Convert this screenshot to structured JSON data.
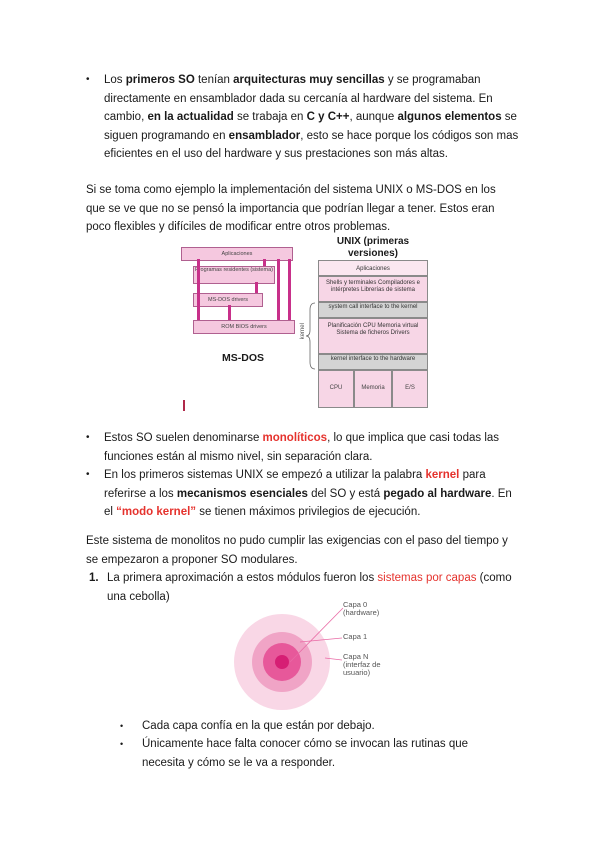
{
  "bullet_top": {
    "b1": {
      "t1": "Los ",
      "t2": "primeros SO",
      "t3": " tenían ",
      "t4": "arquitecturas muy sencillas",
      "t5": " y se programaban directamente en ensamblador dada su cercanía al hardware del sistema. En cambio, ",
      "t6": "en la actualidad",
      "t7": " se trabaja en ",
      "t8": "C y C++",
      "t9": ", aunque ",
      "t10": "algunos elementos",
      "t11": " se siguen programando en ",
      "t12": "ensamblador",
      "t13": ", esto se hace porque los códigos son mas eficientes en el uso del hardware y sus prestaciones son más altas."
    }
  },
  "para1": "Si se toma como ejemplo la implementación del sistema UNIX o MS-DOS en los que se ve que no se pensó la importancia que podrían llegar a tener. Estos eran poco flexibles y difíciles de modificar entre otros problemas.",
  "msdos": {
    "title": "MS-DOS",
    "boxes": [
      "Aplicaciones",
      "Programas residentes (sistema)",
      "MS-DOS drivers",
      "ROM BIOS drivers"
    ]
  },
  "unix": {
    "title": "UNIX (primeras versiones)",
    "rows": [
      "Aplicaciones",
      "Shells y terminales Compiladores e intérpretes Librerías de sistema",
      "system call interface to the kernel",
      "Planificación CPU Memoria virtual Sistema de ficheros Drivers",
      "kernel interface to the hardware"
    ],
    "cells": [
      "CPU",
      "Memoria",
      "E/S"
    ],
    "kernel_label": "kernel"
  },
  "bullets_mid": {
    "b1": {
      "t1": "Estos SO suelen denominarse ",
      "t2": "monolíticos",
      "t3": ", lo que implica que casi todas las funciones están al mismo nivel, sin separación clara."
    },
    "b2": {
      "t1": "En los primeros sistemas UNIX se empezó a utilizar la palabra ",
      "t2": "kernel",
      "t3": " para referirse a los ",
      "t4": "mecanismos esenciales",
      "t5": " del SO y está ",
      "t6": "pegado al hardware",
      "t7": ". En el ",
      "t8": "“modo kernel”",
      "t9": " se tienen máximos privilegios de ejecución."
    }
  },
  "para2": "Este sistema de monolitos no pudo cumplir las exigencias con el paso del tiempo y se empezaron a proponer SO modulares.",
  "numbered": {
    "num": "1.",
    "t1": "La primera aproximación a estos módulos fueron los ",
    "t2": "sistemas por capas",
    "t3": " (como una cebolla)"
  },
  "onion": {
    "labels": [
      "Capa 0 (hardware)",
      "Capa 1",
      "Capa N (interfaz de usuario)"
    ],
    "colors": {
      "outer": "#f9d7e6",
      "middle": "#f0a4c6",
      "inner": "#e7589a",
      "core": "#d61e74"
    }
  },
  "sub_bullets": [
    "Cada capa confía en la que están por debajo.",
    "Únicamente hace falta conocer cómo se invocan las rutinas que necesita y cómo se le va a responder."
  ],
  "bullet_glyph": "•"
}
